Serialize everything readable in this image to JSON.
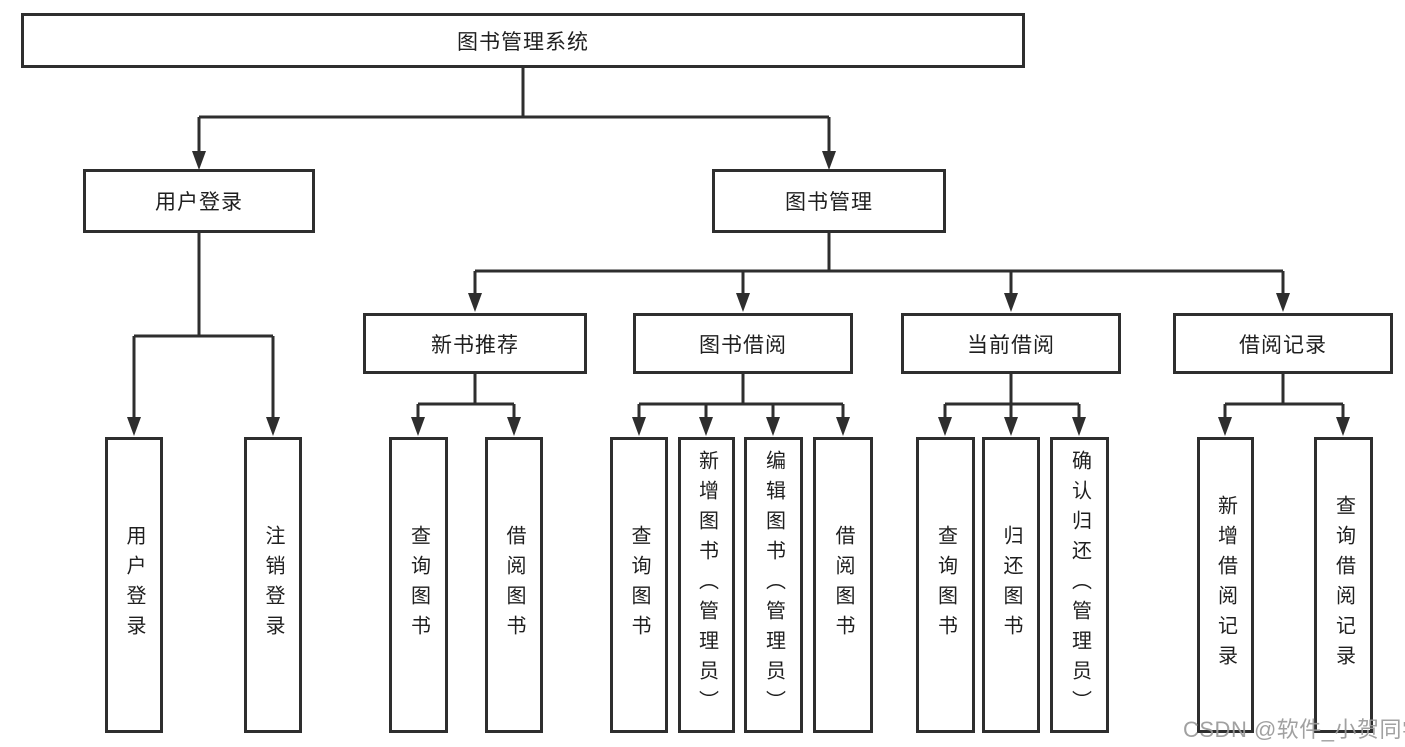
{
  "colors": {
    "line": "#2e2e2e",
    "text": "#1f1f1f",
    "background": "#ffffff",
    "watermark": "#9a9a9a"
  },
  "watermark": {
    "text": "CSDN @软件_小贺同学"
  },
  "tree": {
    "root": {
      "label": "图书管理系统"
    },
    "branches": [
      {
        "label": "用户登录",
        "children": [
          {
            "label": "用户登录"
          },
          {
            "label": "注销登录"
          }
        ]
      },
      {
        "label": "图书管理",
        "children": [
          {
            "label": "新书推荐",
            "children": [
              {
                "label": "查询图书"
              },
              {
                "label": "借阅图书"
              }
            ]
          },
          {
            "label": "图书借阅",
            "children": [
              {
                "label": "查询图书"
              },
              {
                "label": "新增图书（管理员）"
              },
              {
                "label": "编辑图书（管理员）"
              },
              {
                "label": "借阅图书"
              }
            ]
          },
          {
            "label": "当前借阅",
            "children": [
              {
                "label": "查询图书"
              },
              {
                "label": "归还图书"
              },
              {
                "label": "确认归还（管理员）"
              }
            ]
          },
          {
            "label": "借阅记录",
            "children": [
              {
                "label": "新增借阅记录"
              },
              {
                "label": "查询借阅记录"
              }
            ]
          }
        ]
      }
    ]
  }
}
